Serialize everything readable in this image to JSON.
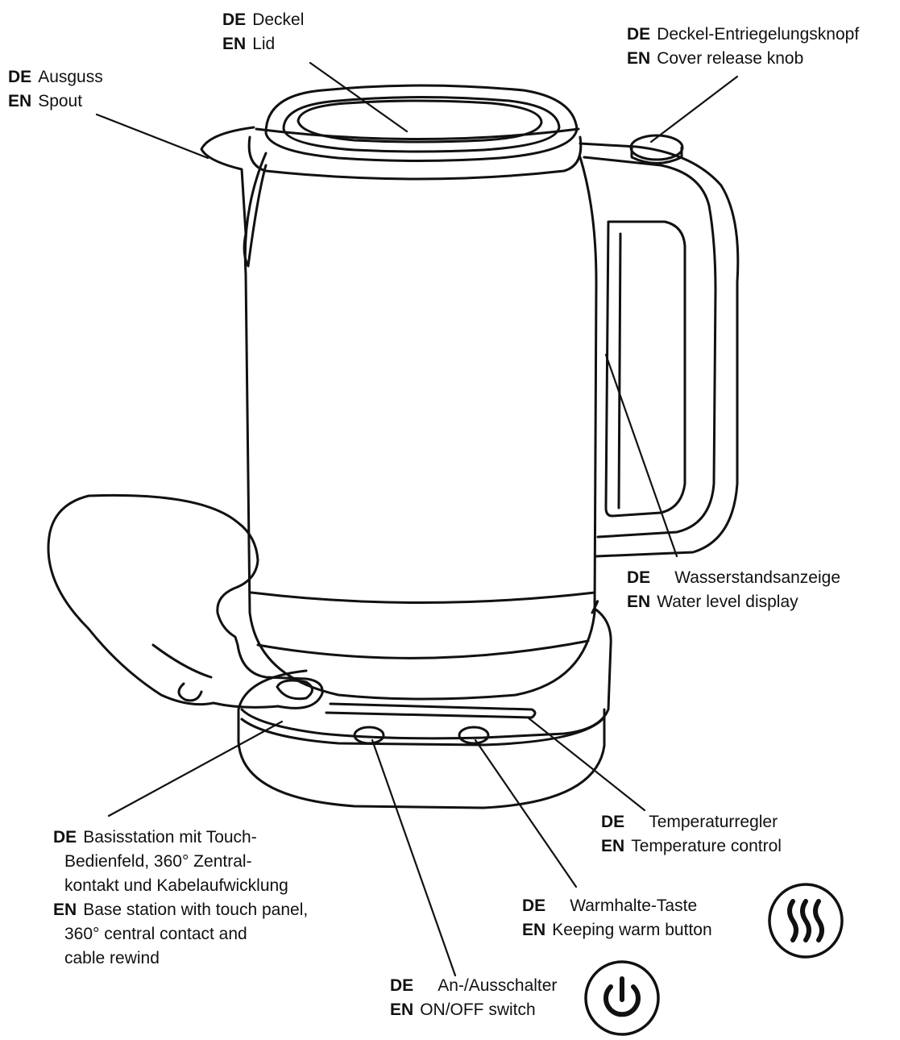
{
  "parts": {
    "lid": {
      "de_code": "DE",
      "de": "Deckel",
      "en_code": "EN",
      "en": "Lid"
    },
    "release": {
      "de_code": "DE",
      "de": "Deckel-Entriegelungsknopf",
      "en_code": "EN",
      "en": "Cover release knob"
    },
    "spout": {
      "de_code": "DE",
      "de": "Ausguss",
      "en_code": "EN",
      "en": "Spout"
    },
    "water": {
      "de_code": "DE",
      "de": "Wasserstandsanzeige",
      "en_code": "EN",
      "en": "Water level display"
    },
    "temp": {
      "de_code": "DE",
      "de": "Temperaturregler",
      "en_code": "EN",
      "en": "Temperature control"
    },
    "warm": {
      "de_code": "DE",
      "de": "Warmhalte-Taste",
      "en_code": "EN",
      "en": "Keeping warm button"
    },
    "onoff": {
      "de_code": "DE",
      "de": "An-/Ausschalter",
      "en_code": "EN",
      "en": "ON/OFF switch"
    },
    "base": {
      "de_code": "DE",
      "de_lines": [
        "Basisstation mit Touch-",
        "Bedienfeld, 360° Zentral-",
        "kontakt und Kabelaufwicklung"
      ],
      "en_code": "EN",
      "en_lines": [
        "Base station with touch panel,",
        "360° central contact and",
        "cable rewind"
      ]
    }
  },
  "icons": {
    "warm": "heat-waves-icon",
    "power": "power-icon"
  },
  "colors": {
    "stroke": "#111111",
    "background": "#ffffff"
  }
}
